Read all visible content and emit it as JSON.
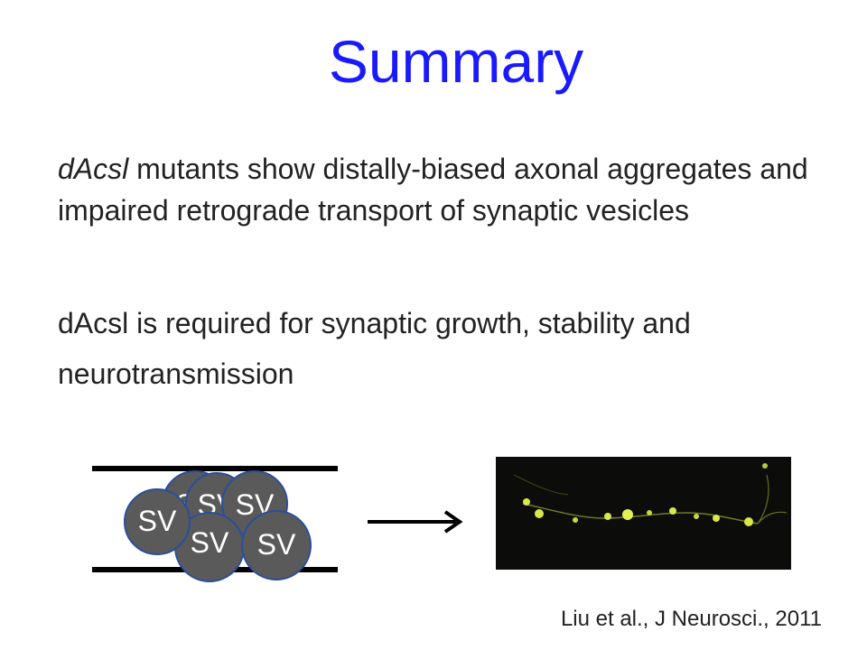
{
  "slide": {
    "title": "Summary",
    "bullet1": {
      "italic_lead": "dAcsl",
      "rest": " mutants show distally-biased axonal aggregates and impaired retrograde transport of synaptic vesicles"
    },
    "bullet2": "dAcsl is required for synaptic growth, stability and neurotransmission",
    "diagram": {
      "vesicle_label": "SV",
      "vesicle_color": "#5a5a5a",
      "vesicle_border": "#2a4e9a"
    },
    "citation": "Liu et al., J Neurosci., 2011",
    "colors": {
      "title": "#1a1aff",
      "micrograph_signal": "#d8e84a"
    }
  }
}
